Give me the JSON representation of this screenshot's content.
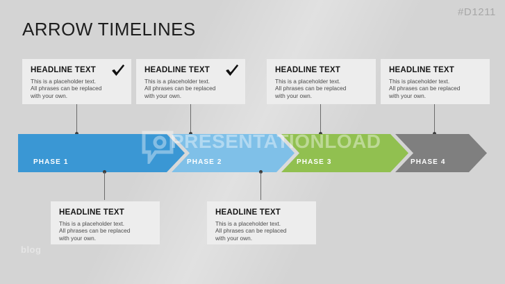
{
  "slide": {
    "title": "ARROW TIMELINES",
    "code": "#D1211",
    "background_color": "#d4d4d4",
    "watermark_text": "PRESENTATIONLOAD",
    "corner_mark": "blog"
  },
  "cards_top": [
    {
      "headline": "HEADLINE TEXT",
      "body": "This is a placeholder text.\nAll phrases can be replaced\nwith your own.",
      "has_check": true,
      "check_icon": "check-icon"
    },
    {
      "headline": "HEADLINE TEXT",
      "body": "This is a placeholder text.\nAll phrases can be replaced\nwith your own.",
      "has_check": true,
      "check_icon": "check-icon"
    },
    {
      "headline": "HEADLINE TEXT",
      "body": "This is a placeholder text.\nAll phrases can be replaced\nwith your own.",
      "has_check": false,
      "check_icon": ""
    },
    {
      "headline": "HEADLINE TEXT",
      "body": "This is placeholder text.\nAll phrases can be replaced\nwith your own.",
      "has_check": false,
      "check_icon": ""
    }
  ],
  "cards_bottom": [
    {
      "headline": "HEADLINE TEXT",
      "body": "This is a placeholder text.\nAll phrases can be replaced\nwith your own."
    },
    {
      "headline": "HEADLINE TEXT",
      "body": "This is a placeholder text.\nAll phrases can be replaced\nwith your own."
    }
  ],
  "phases": [
    {
      "label": "PHASE 1",
      "color": "#3a97d4"
    },
    {
      "label": "PHASE 2",
      "color": "#7fc0e8"
    },
    {
      "label": "PHASE 3",
      "color": "#91c050"
    },
    {
      "label": "PHASE 4",
      "color": "#7f7f7f"
    }
  ]
}
